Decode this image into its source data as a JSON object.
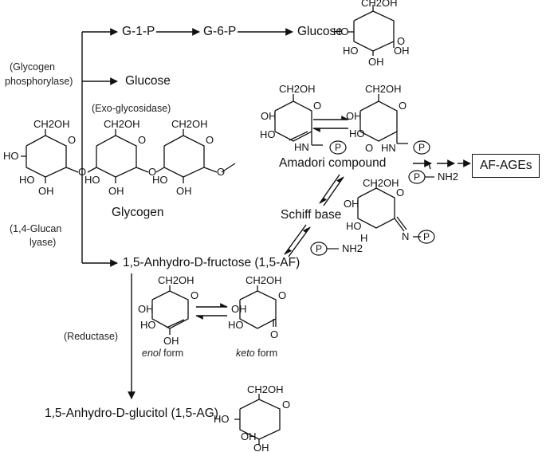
{
  "pathway": {
    "g1p": "G-1-P",
    "g6p": "G-6-P",
    "glucose_top": "Glucose",
    "glucose_mid": "Glucose",
    "enzyme_phosphorylase": [
      "(Glycogen",
      "phosphorylase)"
    ],
    "enzyme_exo": "(Exo-glycosidase)",
    "enzyme_lyase": [
      "(1,4-Glucan",
      "lyase)"
    ],
    "enzyme_reductase": "(Reductase)",
    "glycogen": "Glycogen",
    "af": "1,5-Anhydro-D-fructose (1,5-AF)",
    "ag": "1,5-Anhydro-D-glucitol (1,5-AG)",
    "amadori": "Amadori compound",
    "schiff": "Schiff base",
    "af_ages": "AF-AGEs",
    "enol_form": {
      "em": "enol",
      "rest": " form"
    },
    "keto_form": {
      "em": "keto",
      "rest": " form"
    }
  },
  "chem": {
    "ch2oh": "CH2OH",
    "oh": "OH",
    "ho": "HO",
    "o": "O",
    "h": "H",
    "p": "P",
    "nh2": "NH2",
    "hn": "HN",
    "n": "N",
    "nnh2": "NH2"
  }
}
